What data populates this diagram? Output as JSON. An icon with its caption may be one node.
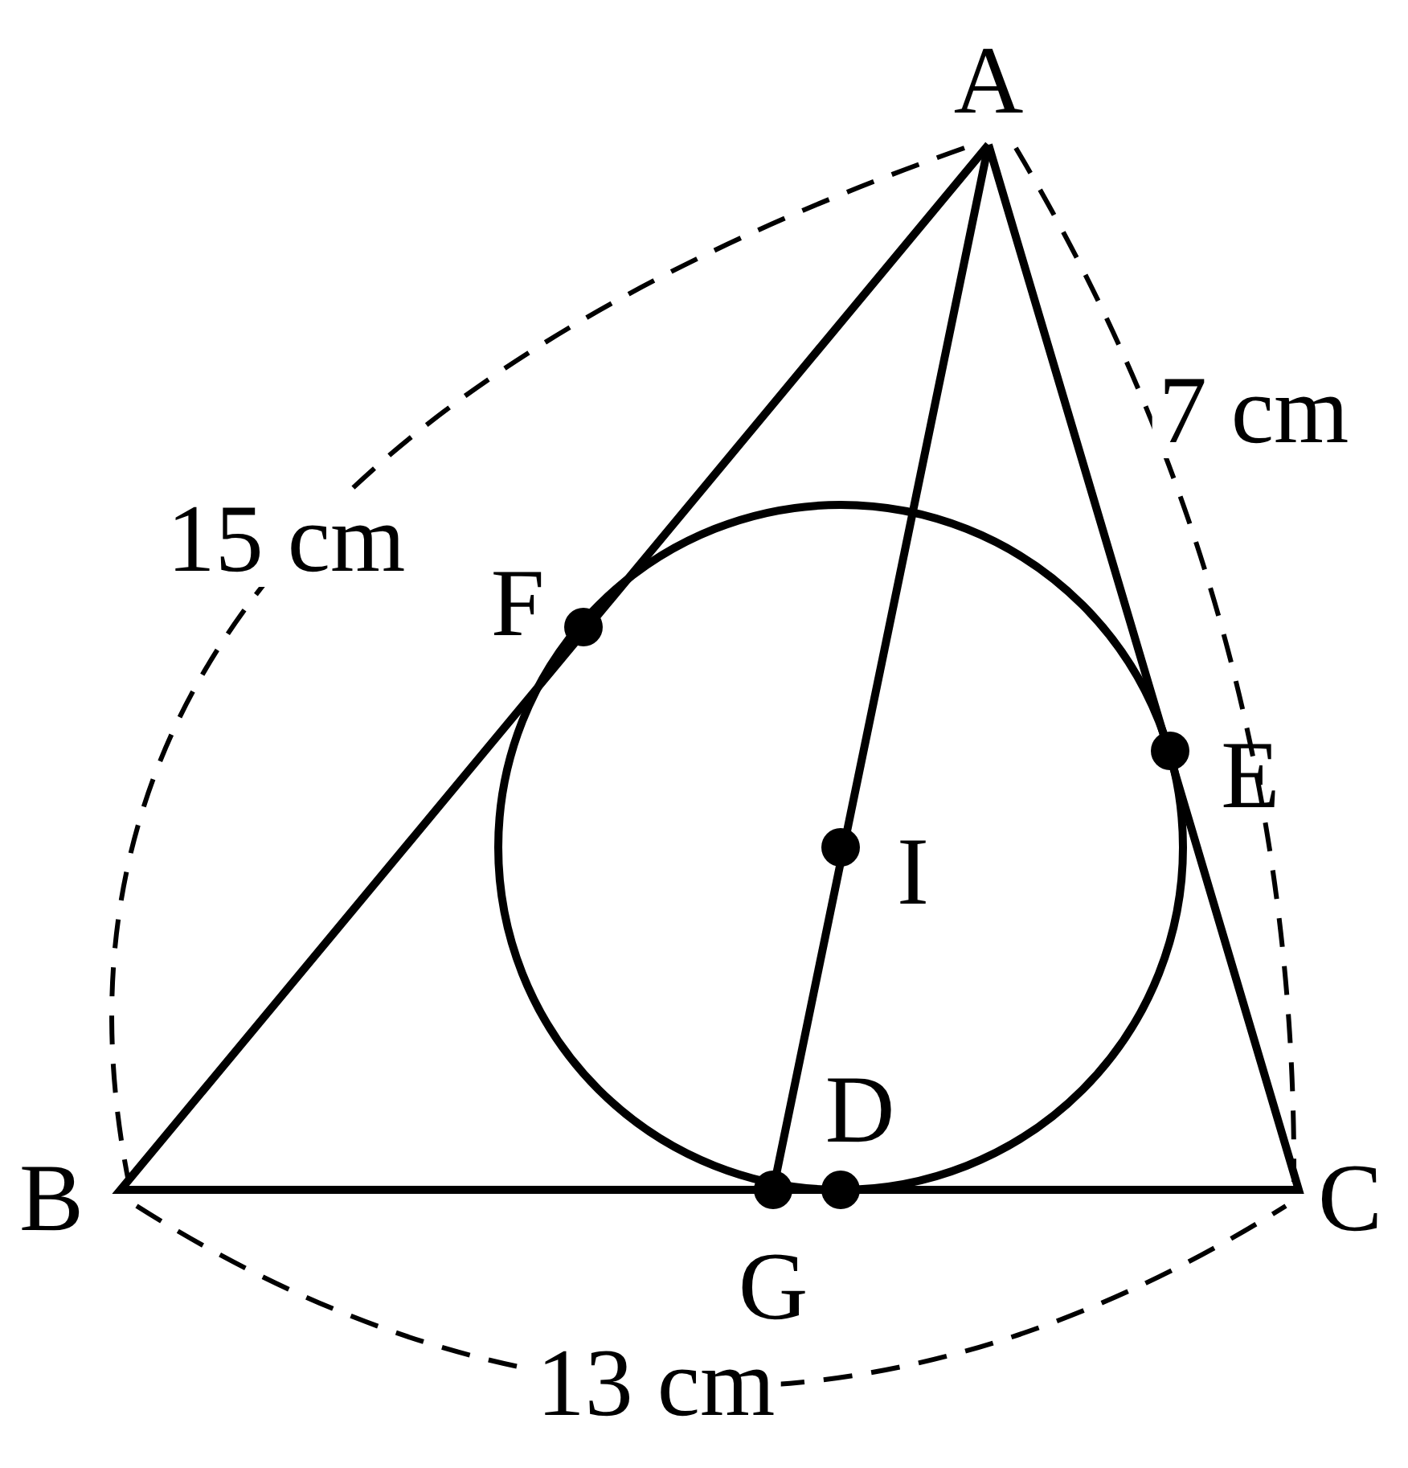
{
  "diagram": {
    "labels": [
      "A",
      "7 cm",
      "15 cm",
      "F",
      "E",
      "I",
      "D",
      "B",
      "C",
      "G",
      "13 cm"
    ]
  }
}
